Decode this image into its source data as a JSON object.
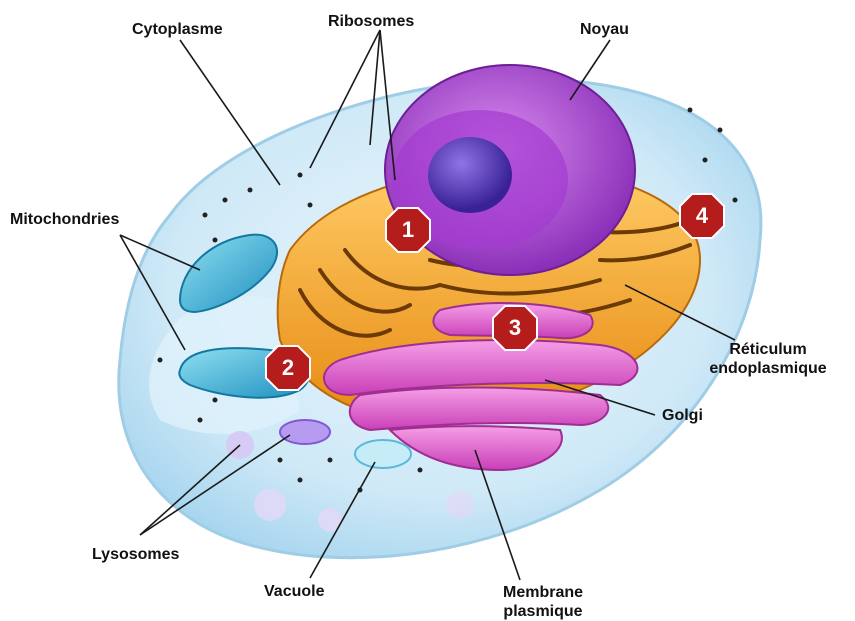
{
  "labels": {
    "cytoplasme": "Cytoplasme",
    "ribosomes": "Ribosomes",
    "noyau": "Noyau",
    "mitochondries": "Mitochondries",
    "reticulum_line1": "Réticulum",
    "reticulum_line2": "endoplasmique",
    "golgi": "Golgi",
    "lysosomes": "Lysosomes",
    "vacuole": "Vacuole",
    "membrane_line1": "Membrane",
    "membrane_line2": "plasmique"
  },
  "badges": [
    "1",
    "2",
    "3",
    "4"
  ],
  "colors": {
    "badge_fill": "#b51d1d",
    "cell_outer": "#cfe9f7",
    "cytoplasm_orange": "#f5a623",
    "nucleus_purple": "#b14fd6",
    "nucleolus": "#5a3fbf",
    "golgi_pink": "#e86ad8",
    "mitochondria": "#3fb6d9"
  }
}
